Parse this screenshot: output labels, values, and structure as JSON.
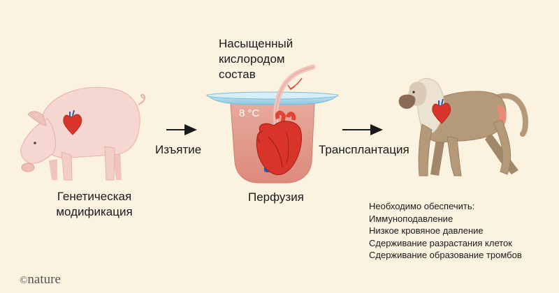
{
  "stages": {
    "pig_label": [
      "Генетическая",
      "модификация"
    ],
    "removal_label": "Изъятие",
    "perfusion_label": "Перфузия",
    "temperature": "8 °C",
    "oxygenated_label": [
      "Насыщенный",
      "кислородом",
      "состав"
    ],
    "transplant_label": "Трансплантация"
  },
  "requirements": {
    "heading": "Необходимо обеспечить:",
    "items": [
      "Иммуноподавление",
      "Низкое кровяное давление",
      "Сдерживание разрастания клеток",
      "Сдерживание образование тромбов"
    ]
  },
  "brand": {
    "symbol": "©",
    "name": "nature"
  },
  "colors": {
    "background": "#fbf2e0",
    "pig": "#f6d6d0",
    "baboon": "#b59a7a",
    "heart": "#d8342a",
    "vessel_blue": "#2f5aa0",
    "container_fill": "#e2998c",
    "container_rim": "#9fd0e6",
    "arrow": "#1a1a1a"
  }
}
